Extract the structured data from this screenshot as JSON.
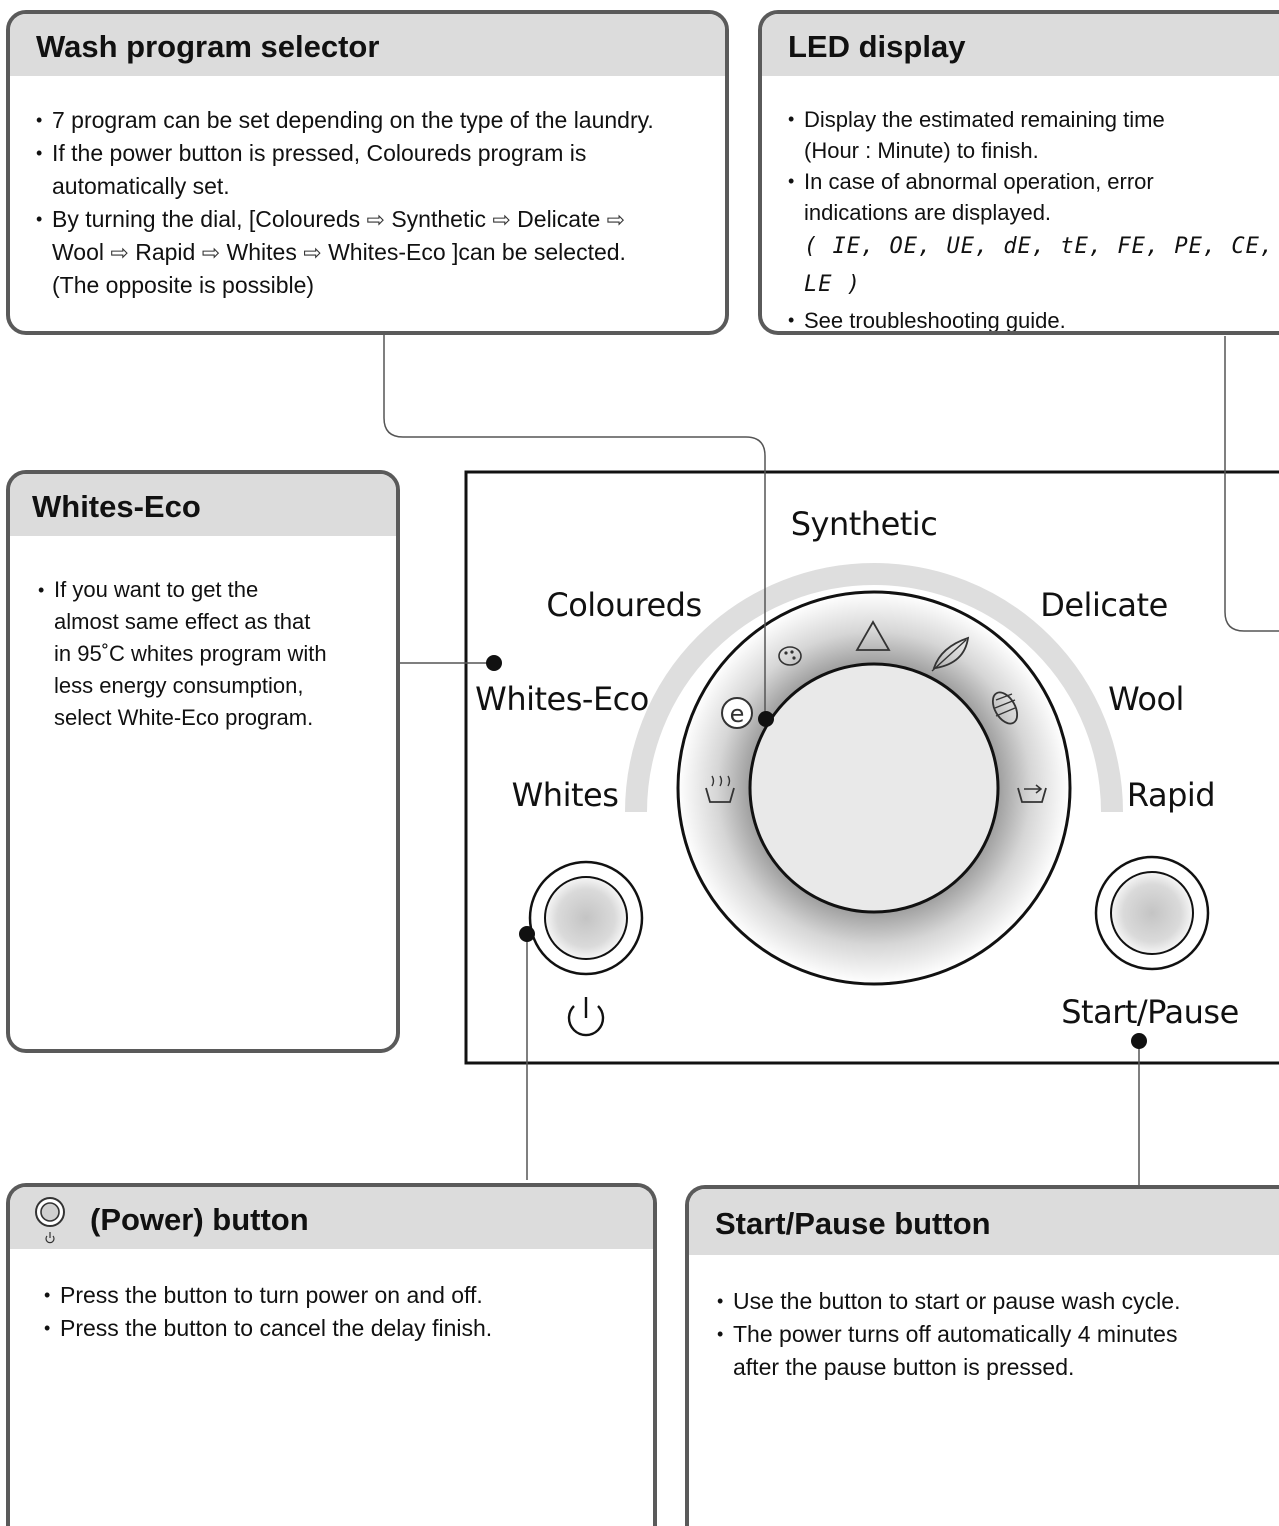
{
  "wash_program": {
    "title": "Wash program selector",
    "b1": "7 program can be set depending on the type of the laundry.",
    "b2a": "If the power button is pressed, Coloureds program is",
    "b2b": "automatically set.",
    "b3_prefix": "By turning the dial, [Coloureds",
    "b3_p1": "Synthetic",
    "b3_p2": "Delicate",
    "b3_p3": "Wool",
    "b3_p4": "Rapid",
    "b3_p5": "Whites",
    "b3_p6": "Whites-Eco ]can be selected.",
    "b3_note": "(The opposite is possible)"
  },
  "led_display": {
    "title": "LED display",
    "b1a": "Display the estimated remaining time",
    "b1b": "(Hour : Minute) to finish.",
    "b2a": "In case of abnormal operation, error",
    "b2b": "indications are displayed.",
    "error_codes": "( IE, OE, UE, dE, tE, FE, PE, CE, LE )",
    "b3": "See troubleshooting guide."
  },
  "whites_eco": {
    "title": "Whites-Eco",
    "body": [
      "If you want to get the",
      "almost same effect as that",
      "in 95˚C whites program with",
      "less energy consumption,",
      "select White-Eco program."
    ]
  },
  "power_button": {
    "title": "(Power) button",
    "b1": "Press the button to turn power on and off.",
    "b2": "Press the button to cancel the delay finish."
  },
  "start_pause_button": {
    "title": "Start/Pause button",
    "b1": "Use the button to start or pause wash cycle.",
    "b2a": "The power turns off automatically 4 minutes",
    "b2b": "after the pause button is pressed."
  },
  "panel": {
    "labels": {
      "synthetic": "Synthetic",
      "coloureds": "Coloureds",
      "delicate": "Delicate",
      "whites_eco": "Whites-Eco",
      "wool": "Wool",
      "whites": "Whites",
      "rapid": "Rapid",
      "start_pause": "Start/Pause"
    },
    "dial_eco_glyph": "e",
    "power_symbol": "⏻"
  },
  "icons": [
    "palette-icon",
    "triangle-icon",
    "leaf-icon",
    "yarn-icon",
    "eco-icon",
    "hot-wash-icon",
    "rapid-wash-icon",
    "power-icon"
  ]
}
